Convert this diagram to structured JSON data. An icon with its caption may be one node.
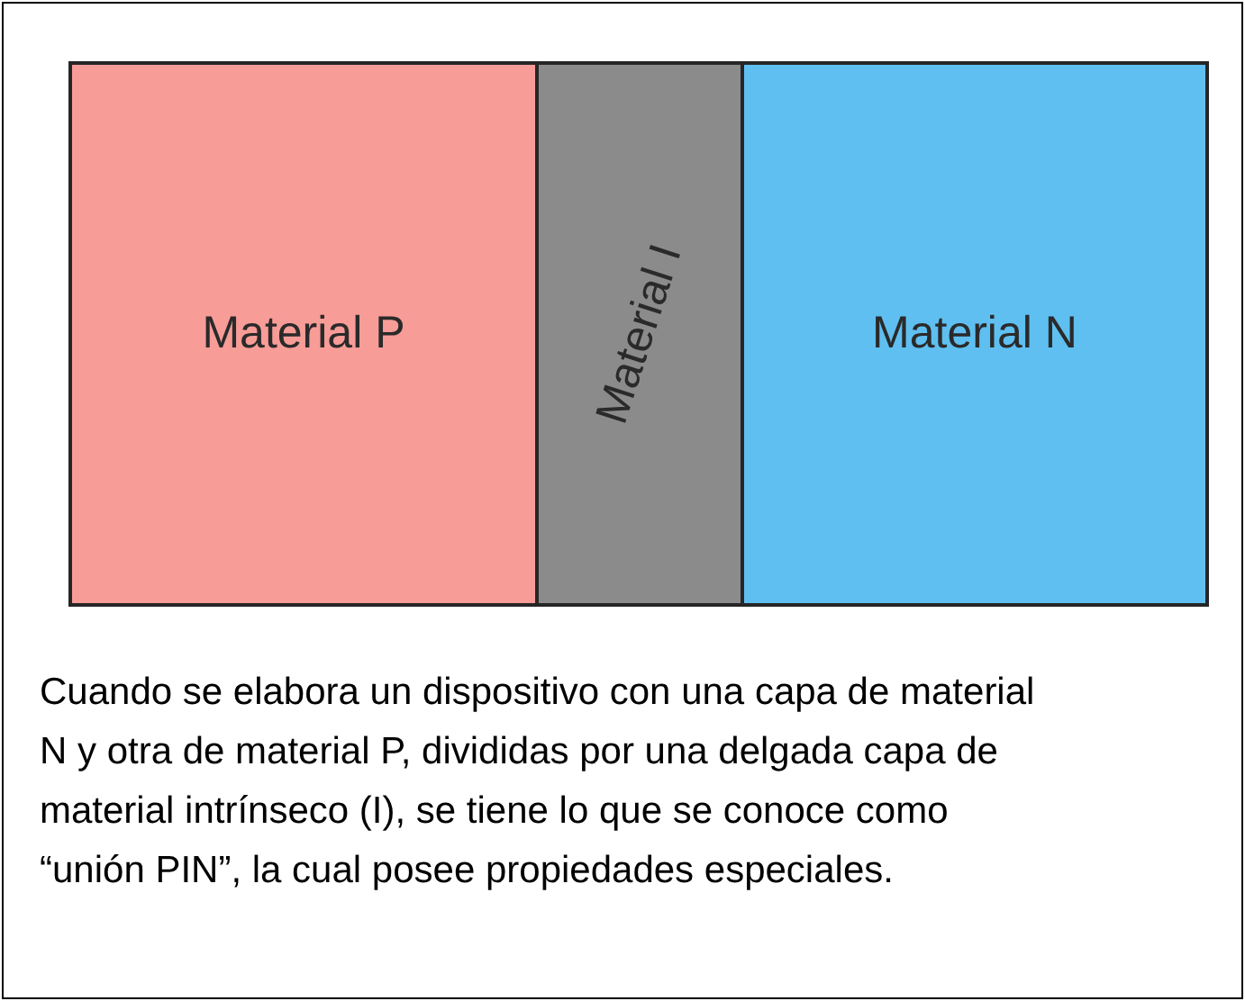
{
  "diagram": {
    "caption": "Cuando se elabora un dispositivo con una capa de material N y otra de material P, divididas por una delgada capa de material intrínseco (I), se tiene lo que se conoce como “unión PIN”, la cual posee propiedades especiales.",
    "nodes": [
      {
        "text": [
          "Material P"
        ]
      },
      {
        "text": [
          "Material I"
        ]
      },
      {
        "text": [
          "Material N"
        ]
      }
    ]
  }
}
